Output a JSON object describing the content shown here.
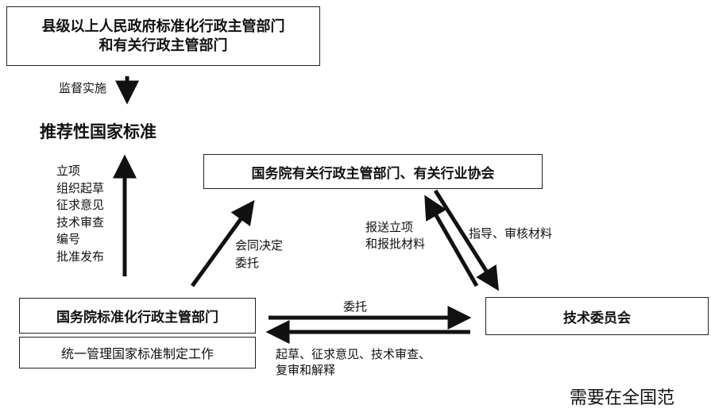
{
  "top_box": {
    "line1": "县级以上人民政府标准化行政主管部门",
    "line2": "和有关行政主管部门"
  },
  "supervise_label": "监督实施",
  "recommended_title": "推荐性国家标准",
  "process_steps": [
    "立项",
    "组织起草",
    "征求意见",
    "技术审查",
    "编号",
    "批准发布"
  ],
  "state_council_box": "国务院有关行政主管部门、有关行业协会",
  "sac_box": "国务院标准化行政主管部门",
  "sac_duty_box": "统一管理国家标准制定工作",
  "committee_box": "技术委员会",
  "joint_decide_label": {
    "line1": "会同决定",
    "line2": "委托"
  },
  "report_label": {
    "line1": "报送立项",
    "line2": "和报批材料"
  },
  "guide_label": "指导、审核材料",
  "entrust_label": "委托",
  "drafting_label": {
    "line1": "起草、征求意见、技术审查、",
    "line2": "复审和解释"
  },
  "cutoff_text": "需要在全国范"
}
